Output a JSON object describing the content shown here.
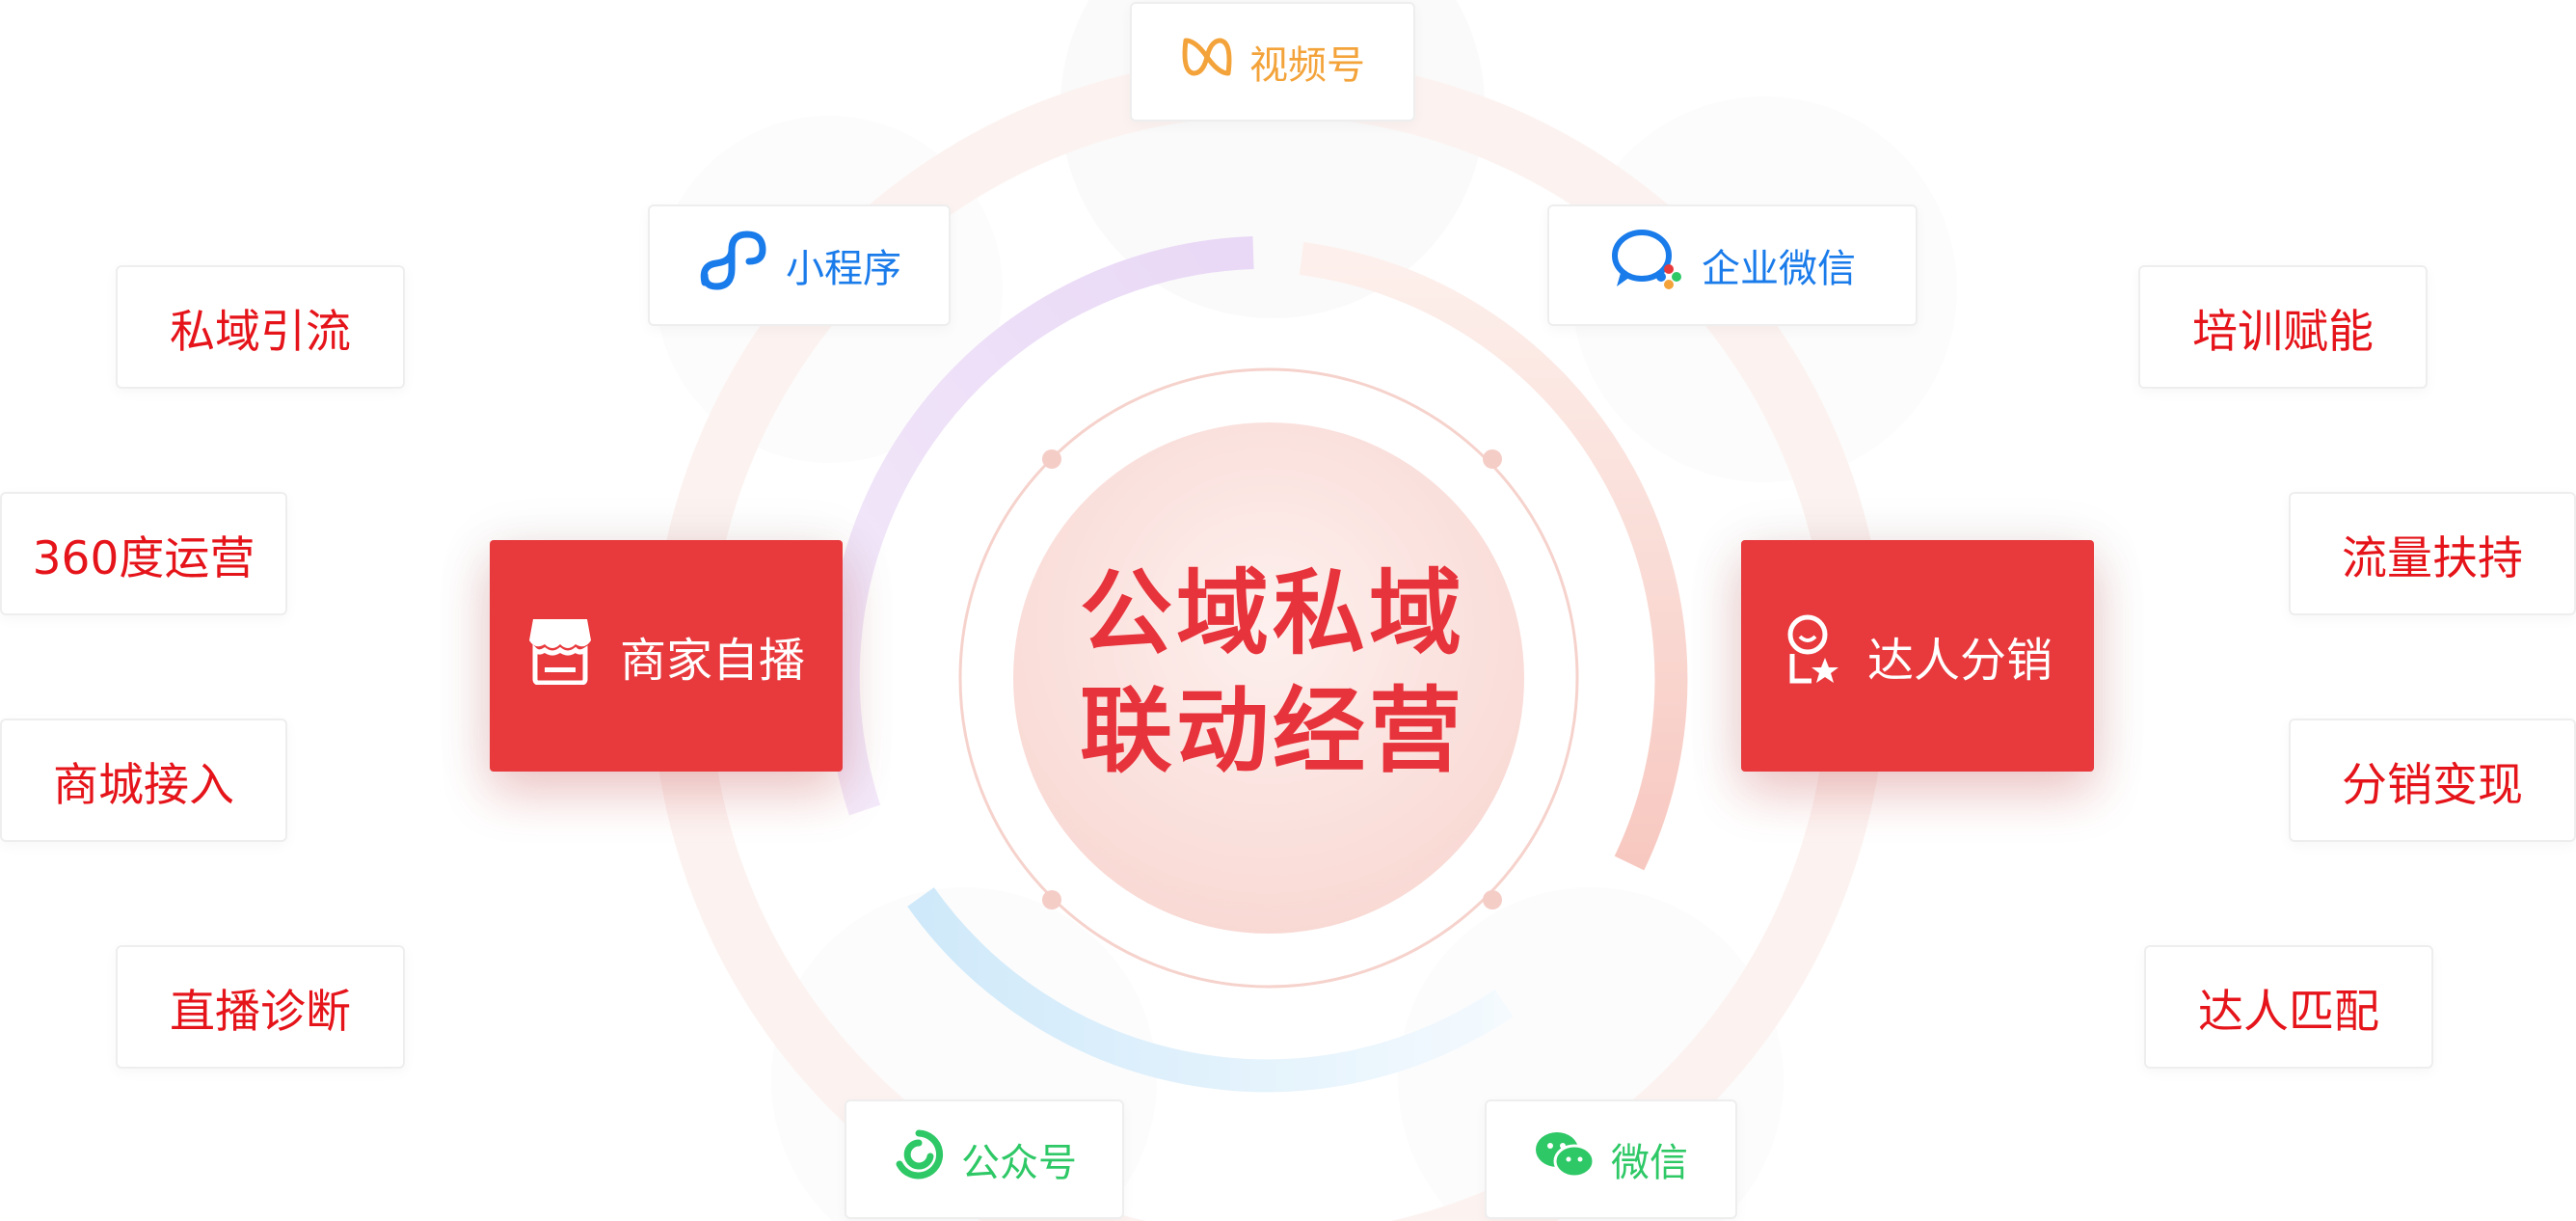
{
  "center": {
    "line1": "公域私域",
    "line2": "联动经营"
  },
  "left_card": {
    "label": "商家自播",
    "icon": "storefront-icon"
  },
  "right_card": {
    "label": "达人分销",
    "icon": "influencer-star-icon"
  },
  "platforms": [
    {
      "id": "shipinhao",
      "label": "视频号",
      "icon": "channels-icon",
      "color": "#f3a33a"
    },
    {
      "id": "miniprogram",
      "label": "小程序",
      "icon": "mini-program-icon",
      "color": "#1a7bea"
    },
    {
      "id": "wecom",
      "label": "企业微信",
      "icon": "wecom-icon",
      "color": "#1a7bea"
    },
    {
      "id": "official",
      "label": "公众号",
      "icon": "official-account-icon",
      "color": "#2ec866"
    },
    {
      "id": "wechat",
      "label": "微信",
      "icon": "wechat-icon",
      "color": "#2ec866"
    }
  ],
  "left_tags": [
    "私域引流",
    "360度运营",
    "商城接入",
    "直播诊断"
  ],
  "right_tags": [
    "培训赋能",
    "流量扶持",
    "分销变现",
    "达人匹配"
  ],
  "colors": {
    "accent_red": "#e83a3d",
    "text_red": "#e5141a",
    "blue": "#1a7bea",
    "green": "#2ec866",
    "orange": "#f3a33a"
  }
}
